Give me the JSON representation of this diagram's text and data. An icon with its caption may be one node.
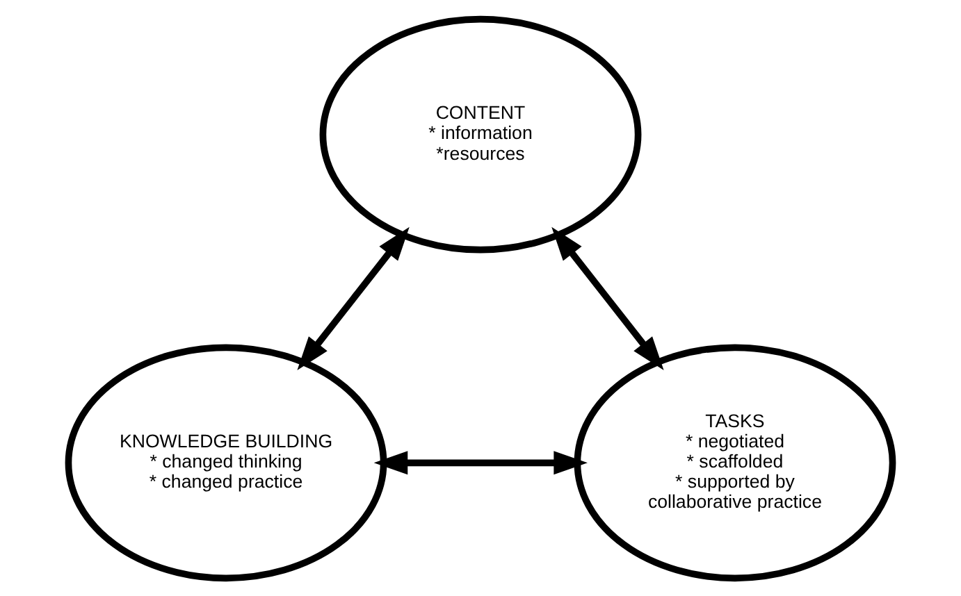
{
  "diagram": {
    "nodes": [
      {
        "text": [
          "CONTENT",
          "* information",
          "*resources"
        ]
      },
      {
        "text": [
          "KNOWLEDGE BUILDING",
          "* changed thinking",
          "* changed practice"
        ]
      },
      {
        "text": [
          "TASKS",
          "* negotiated",
          "* scaffolded",
          "* supported by collaborative practice"
        ]
      }
    ],
    "edges": [
      {
        "from": 0,
        "to": 1,
        "arrow": "both"
      },
      {
        "from": 0,
        "to": 2,
        "arrow": "both"
      },
      {
        "from": 1,
        "to": 2,
        "arrow": "both"
      }
    ]
  }
}
